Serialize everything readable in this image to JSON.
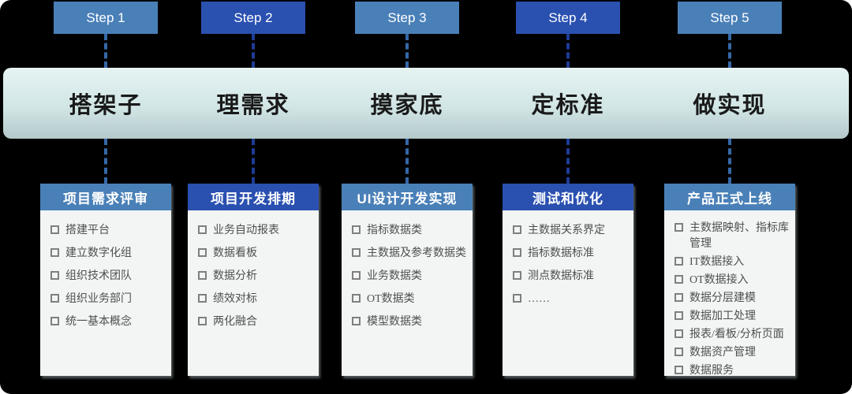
{
  "theme": {
    "light_blue": "#4a80b8",
    "dark_blue": "#2a50b0",
    "connector_light": "#3568a8",
    "connector_dark": "#1e3c96",
    "bar_top": "#e6f3f3",
    "bar_mid": "#d2e6e6",
    "bar_bottom": "#b4c9ca",
    "card_bg": "#f2f5f4",
    "item_text": "#4f4f4f",
    "bullet": "#7f7f7f"
  },
  "steps": [
    {
      "label": "Step 1",
      "phase": "搭架子",
      "card": {
        "title": "项目需求评审",
        "items": [
          "搭建平台",
          "建立数字化组",
          "组织技术团队",
          "组织业务部门",
          "统一基本概念"
        ]
      }
    },
    {
      "label": "Step 2",
      "phase": "理需求",
      "card": {
        "title": "项目开发排期",
        "items": [
          "业务自动报表",
          "数据看板",
          "数据分析",
          "绩效对标",
          "两化融合"
        ]
      }
    },
    {
      "label": "Step 3",
      "phase": "摸家底",
      "card": {
        "title": "UI设计开发实现",
        "items": [
          "指标数据类",
          "主数据及参考数据类",
          "业务数据类",
          "OT数据类",
          "模型数据类"
        ]
      }
    },
    {
      "label": "Step 4",
      "phase": "定标准",
      "card": {
        "title": "测试和优化",
        "items": [
          "主数据关系界定",
          "指标数据标准",
          "测点数据标准",
          "……"
        ]
      }
    },
    {
      "label": "Step 5",
      "phase": "做实现",
      "card": {
        "title": "产品正式上线",
        "items": [
          "主数据映射、指标库管理",
          "IT数据接入",
          "OT数据接入",
          "数据分层建模",
          "数据加工处理",
          "报表/看板/分析页面",
          "数据资产管理",
          "数据服务"
        ]
      }
    }
  ]
}
